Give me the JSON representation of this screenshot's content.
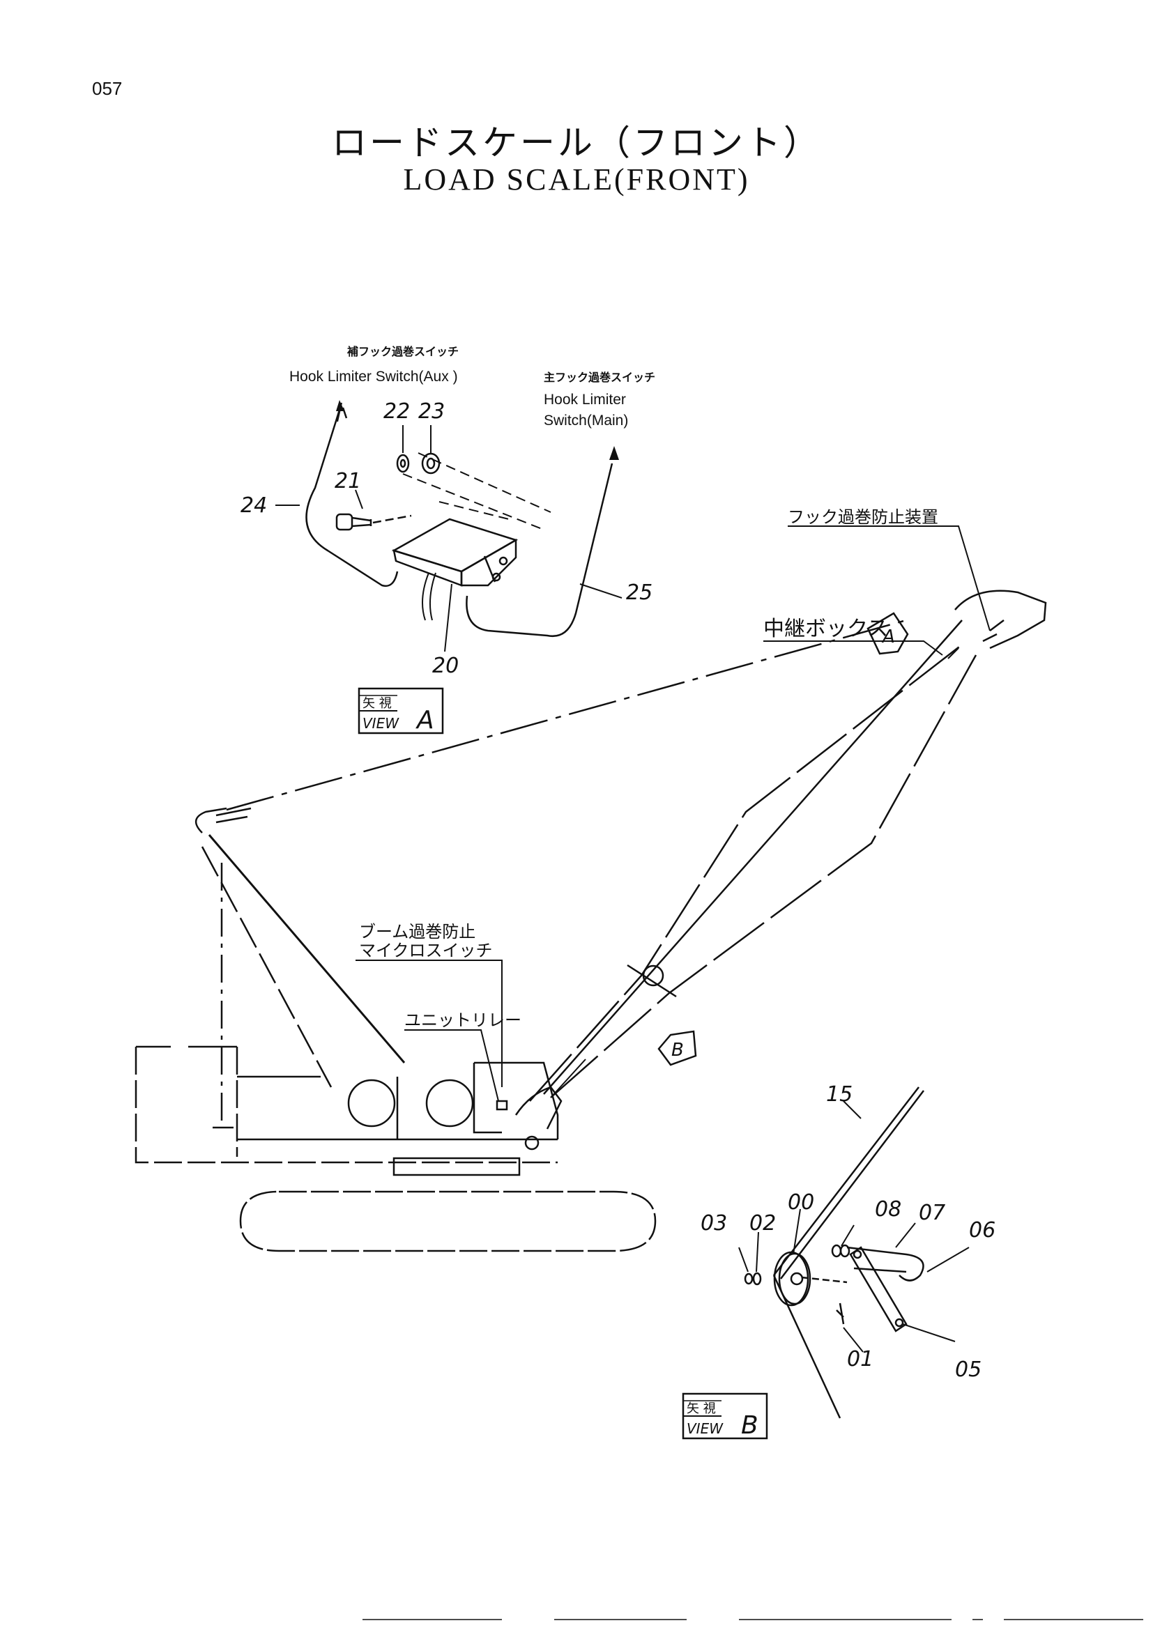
{
  "page_number": "057",
  "title_jp": "ロードスケール（フロント）",
  "title_en": "LOAD SCALE(FRONT)",
  "view_a": {
    "aux_jp": "補フック過巻スイッチ",
    "aux_en": "Hook  Limiter Switch(Aux )",
    "main_jp": "主フック過巻スイッチ",
    "main_en_line1": "Hook  Limiter",
    "main_en_line2": "Switch(Main)",
    "parts": [
      "20",
      "21",
      "22",
      "23",
      "24",
      "25"
    ],
    "label_jp": "矢 視",
    "label_en": "VIEW",
    "label_letter": "A"
  },
  "machine": {
    "hook_device_jp": "フック過巻防止装置",
    "relay_box_jp": "中継ボックス",
    "boom_switch_jp_line1": "ブーム過巻防止",
    "boom_switch_jp_line2": "マイクロスイッチ",
    "unit_relay_jp": "ユニットリレー",
    "arrow_a": "A",
    "arrow_b": "B"
  },
  "view_b": {
    "parts": [
      "00",
      "01",
      "02",
      "03",
      "05",
      "06",
      "07",
      "08",
      "15"
    ],
    "label_jp": "矢 視",
    "label_en": "VIEW",
    "label_letter": "B"
  }
}
